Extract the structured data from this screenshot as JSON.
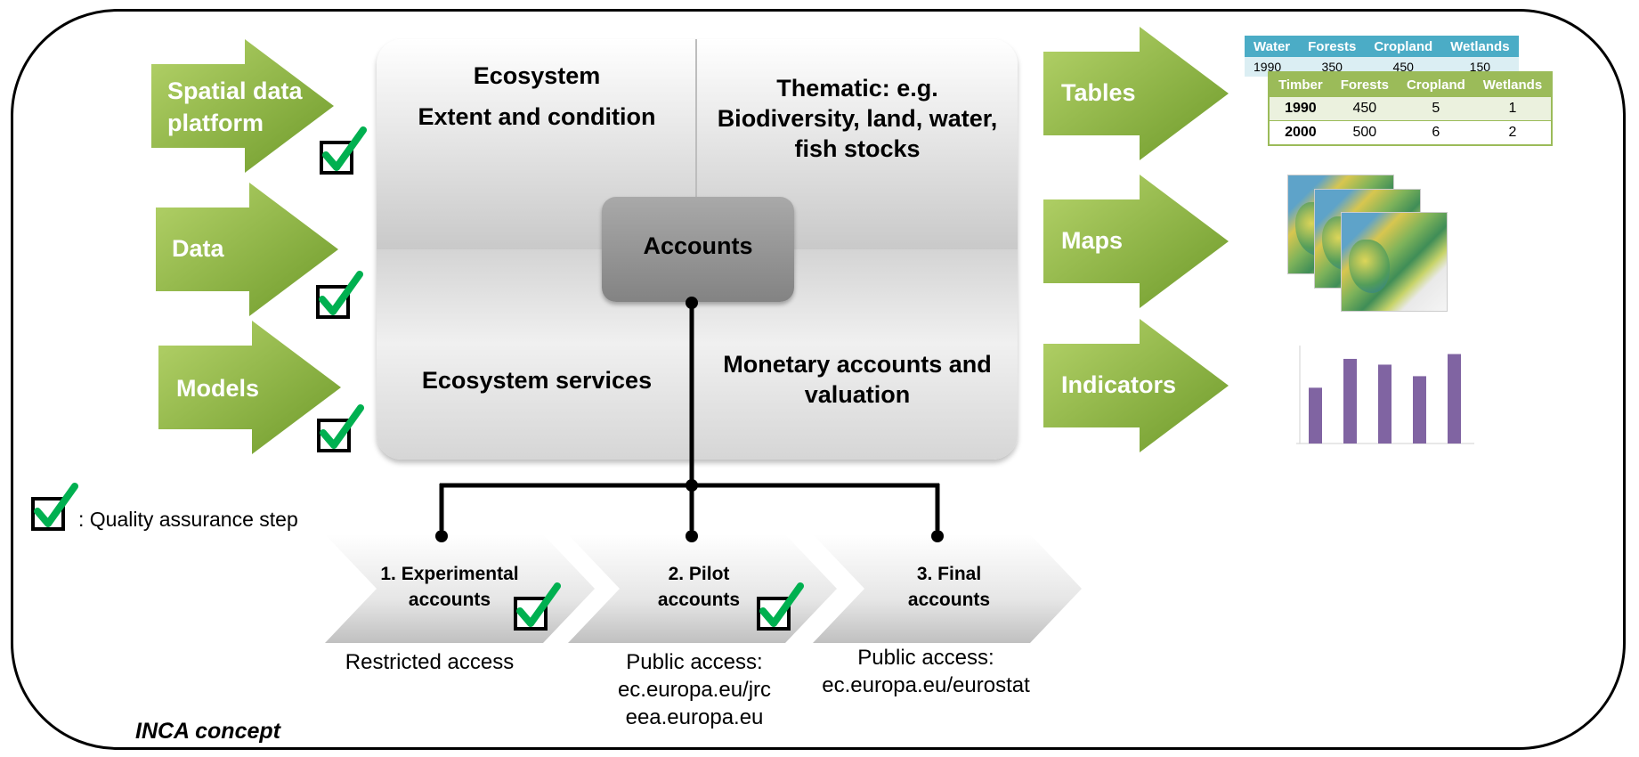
{
  "inputs": [
    {
      "label_lines": [
        "Spatial data",
        "platform"
      ]
    },
    {
      "label_lines": [
        "Data"
      ]
    },
    {
      "label_lines": [
        "Models"
      ]
    }
  ],
  "outputs": [
    {
      "label": "Tables"
    },
    {
      "label": "Maps"
    },
    {
      "label": "Indicators"
    }
  ],
  "panel": {
    "top_left": [
      "Ecosystem",
      "Extent and condition"
    ],
    "top_right": [
      "Thematic: e.g.",
      "Biodiversity, land, water,",
      "fish stocks"
    ],
    "bottom_left": [
      "Ecosystem services"
    ],
    "bottom_right": [
      "Monetary accounts and",
      "valuation"
    ],
    "center": "Accounts"
  },
  "stages": [
    {
      "lines": [
        "1. Experimental",
        "accounts"
      ],
      "access": [
        "Restricted access"
      ],
      "has_check": true
    },
    {
      "lines": [
        "2. Pilot",
        "accounts"
      ],
      "access": [
        "Public access:",
        "ec.europa.eu/jrc",
        "eea.europa.eu"
      ],
      "has_check": true
    },
    {
      "lines": [
        "3. Final",
        "accounts"
      ],
      "access": [
        "Public access:",
        "ec.europa.eu/eurostat"
      ],
      "has_check": false
    }
  ],
  "legend": {
    "text": ": Quality assurance step"
  },
  "caption": "INCA concept",
  "table_back": {
    "headers": [
      "Water",
      "Forests",
      "Cropland",
      "Wetlands"
    ],
    "partial_row": [
      "1990",
      "350",
      "450",
      "150"
    ]
  },
  "table_front": {
    "headers": [
      "Timber",
      "Forests",
      "Cropland",
      "Wetlands"
    ],
    "rows": [
      [
        "1990",
        "450",
        "5",
        "1"
      ],
      [
        "2000",
        "500",
        "6",
        "2"
      ]
    ]
  },
  "indicator_chart": {
    "values": [
      0.58,
      0.88,
      0.82,
      0.7,
      0.93
    ],
    "bar_color": "#8064a2"
  },
  "colors": {
    "arrow_green_light": "#b5d36a",
    "arrow_green_dark": "#6e9a2a",
    "check_green": "#00b050"
  },
  "icons": [
    "check-box-icon",
    "map-thumbnail"
  ]
}
